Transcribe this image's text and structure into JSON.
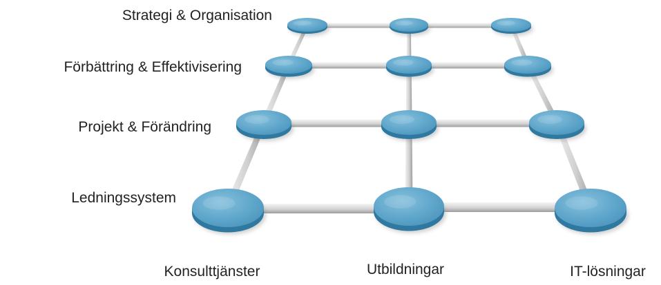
{
  "rows": [
    {
      "label": "Strategi & Organisation"
    },
    {
      "label": "Förbättring & Effektivisering"
    },
    {
      "label": "Projekt & Förändring"
    },
    {
      "label": "Ledningssystem"
    }
  ],
  "columns": [
    {
      "label": "Konsulttjänster"
    },
    {
      "label": "Utbildningar"
    },
    {
      "label": "IT-lösningar"
    }
  ],
  "colors": {
    "node_top": "#6aaccd",
    "node_side": "#2f78a0",
    "connector": "#d9d9d9",
    "connector_shade": "#a9a9a9",
    "text": "#222222"
  }
}
